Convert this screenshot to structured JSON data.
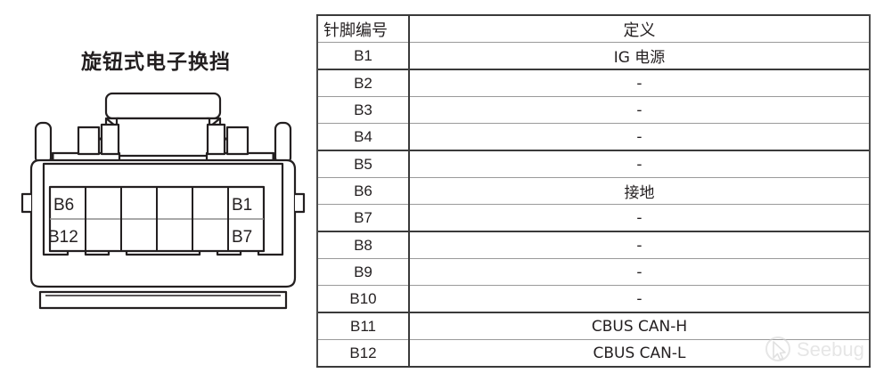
{
  "connector": {
    "title": "旋钮式电子换挡",
    "pin_labels": {
      "top_left": "B6",
      "top_right": "B1",
      "bottom_left": "B12",
      "bottom_right": "B7"
    },
    "grid": {
      "columns": 6,
      "rows": 2
    }
  },
  "table": {
    "headers": {
      "pin": "针脚编号",
      "definition": "定义"
    },
    "rows": [
      {
        "pin": "B1",
        "definition": "IG 电源"
      },
      {
        "pin": "B2",
        "definition": "-"
      },
      {
        "pin": "B3",
        "definition": "-"
      },
      {
        "pin": "B4",
        "definition": "-"
      },
      {
        "pin": "B5",
        "definition": "-"
      },
      {
        "pin": "B6",
        "definition": "接地"
      },
      {
        "pin": "B7",
        "definition": "-"
      },
      {
        "pin": "B8",
        "definition": "-"
      },
      {
        "pin": "B9",
        "definition": "-"
      },
      {
        "pin": "B10",
        "definition": "-"
      },
      {
        "pin": "B11",
        "definition": "CBUS CAN-H"
      },
      {
        "pin": "B12",
        "definition": "CBUS CAN-L"
      }
    ]
  },
  "watermark": {
    "text": "Seebug"
  },
  "colors": {
    "ink": "#231f20",
    "rule_heavy": "#3a3a3a",
    "rule_light": "#9a9a9a",
    "watermark": "#d2d2d2"
  }
}
